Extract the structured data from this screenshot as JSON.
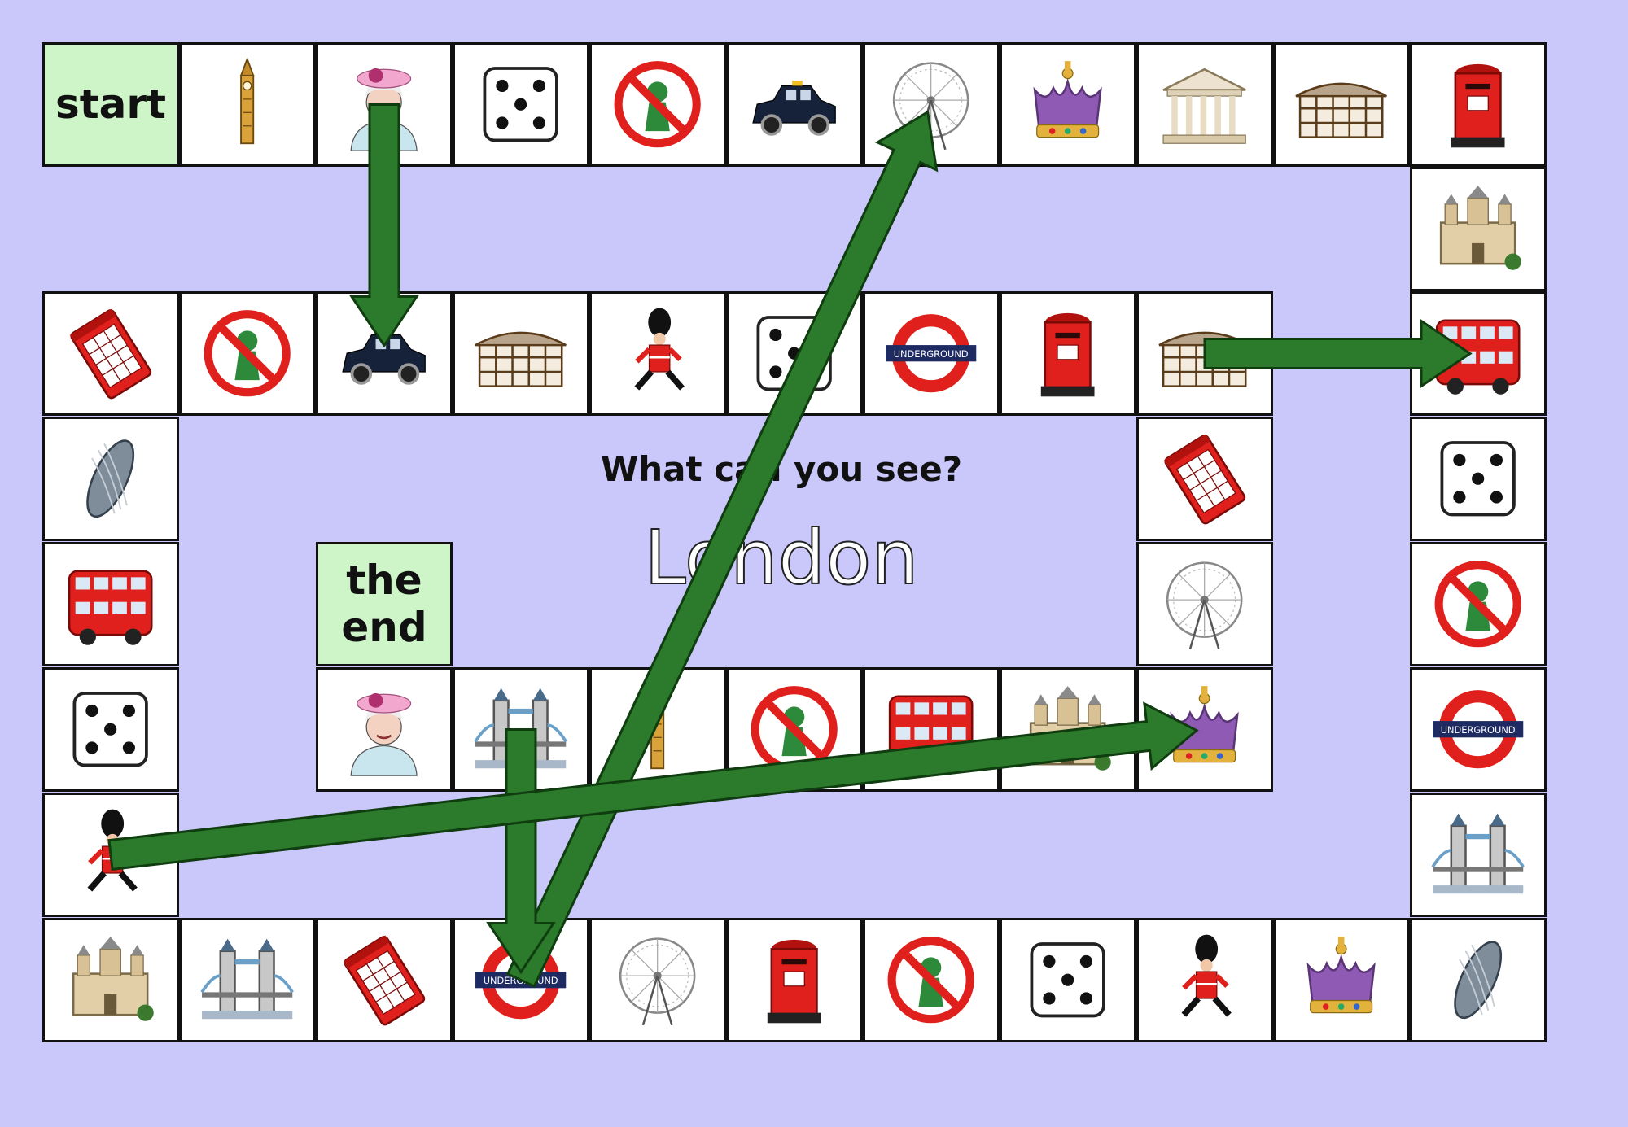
{
  "title": "What can you see?",
  "subtitle": "London",
  "start_label": "start",
  "end_label_line1": "the",
  "end_label_line2": "end",
  "colors": {
    "background": "#cac8fb",
    "tile": "#ffffff",
    "special_tile": "#cef5c8",
    "arrow": "#2c7a2c",
    "red": "#e0201c",
    "navy": "#1e2b63"
  },
  "underground_text": "UNDERGROUND",
  "track": [
    {
      "type": "start"
    },
    {
      "type": "big-ben-icon"
    },
    {
      "type": "queen-icon"
    },
    {
      "type": "dice-icon"
    },
    {
      "type": "no-entry-icon"
    },
    {
      "type": "taxi-icon"
    },
    {
      "type": "london-eye-icon"
    },
    {
      "type": "crown-icon"
    },
    {
      "type": "museum-icon"
    },
    {
      "type": "globe-theatre-icon"
    },
    {
      "type": "postbox-icon"
    },
    {
      "type": "tower-of-london-icon"
    },
    {
      "type": "double-decker-bus-icon"
    },
    {
      "type": "dice-icon"
    },
    {
      "type": "no-entry-icon"
    },
    {
      "type": "underground-sign-icon"
    },
    {
      "type": "tower-bridge-icon"
    },
    {
      "type": "gherkin-icon"
    },
    {
      "type": "crown-icon"
    },
    {
      "type": "royal-guard-icon"
    },
    {
      "type": "dice-icon"
    },
    {
      "type": "no-entry-icon"
    },
    {
      "type": "postbox-icon"
    },
    {
      "type": "london-eye-icon"
    },
    {
      "type": "underground-sign-icon"
    },
    {
      "type": "phone-box-icon"
    },
    {
      "type": "tower-bridge-icon"
    },
    {
      "type": "tower-of-london-icon"
    },
    {
      "type": "royal-guard-icon"
    },
    {
      "type": "dice-icon"
    },
    {
      "type": "double-decker-bus-icon"
    },
    {
      "type": "gherkin-icon"
    },
    {
      "type": "phone-box-icon"
    },
    {
      "type": "no-entry-icon"
    },
    {
      "type": "taxi-icon"
    },
    {
      "type": "globe-theatre-icon"
    },
    {
      "type": "royal-guard-icon"
    },
    {
      "type": "dice-icon"
    },
    {
      "type": "underground-sign-icon"
    },
    {
      "type": "postbox-icon"
    },
    {
      "type": "globe-theatre-icon"
    },
    {
      "type": "phone-box-icon"
    },
    {
      "type": "london-eye-icon"
    },
    {
      "type": "crown-icon"
    },
    {
      "type": "tower-of-london-icon"
    },
    {
      "type": "double-decker-bus-icon"
    },
    {
      "type": "no-entry-icon"
    },
    {
      "type": "big-ben-icon"
    },
    {
      "type": "tower-bridge-icon"
    },
    {
      "type": "queen-icon"
    },
    {
      "type": "end"
    }
  ],
  "arrows": [
    {
      "from": 2,
      "to": 34
    },
    {
      "from": 24,
      "to": 6
    },
    {
      "from": 40,
      "to": 12
    },
    {
      "from": 48,
      "to": 24
    },
    {
      "from": 28,
      "to": 43
    }
  ]
}
